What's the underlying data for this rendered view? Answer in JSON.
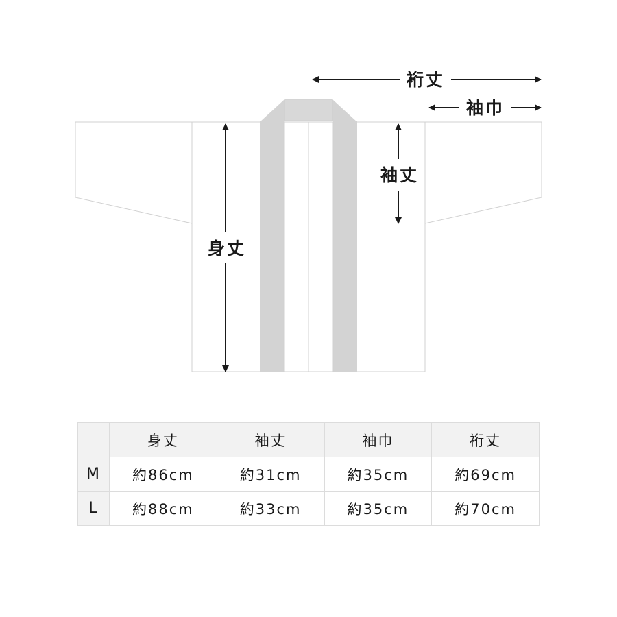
{
  "diagram": {
    "labels": {
      "yukitake": "裄丈",
      "sodehaba": "袖巾",
      "sodetake": "袖丈",
      "mitake": "身丈"
    }
  },
  "table": {
    "corner": "",
    "headers": [
      "身丈",
      "袖丈",
      "袖巾",
      "裄丈"
    ],
    "rows": [
      {
        "size": "M",
        "values": [
          "約86cm",
          "約31cm",
          "約35cm",
          "約69cm"
        ]
      },
      {
        "size": "L",
        "values": [
          "約88cm",
          "約33cm",
          "約35cm",
          "約70cm"
        ]
      }
    ]
  },
  "colors": {
    "collar": "#d3d3d3",
    "outline": "#d0d0d0",
    "text": "#1a1a1a",
    "header_bg": "#f2f2f2",
    "grid": "#dcdcdc"
  }
}
